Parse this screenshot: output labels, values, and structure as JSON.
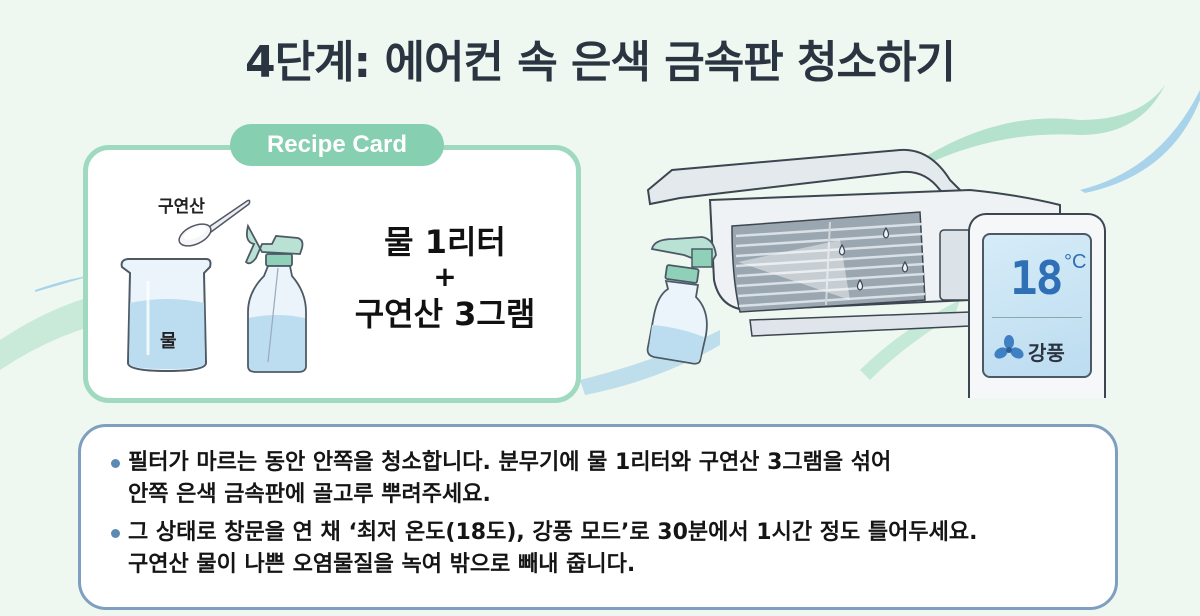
{
  "title": "4단계: 에어컨 속 은색 금속판 청소하기",
  "recipe_card": {
    "tab_label": "Recipe Card",
    "spoon_label": "구연산",
    "beaker_label": "물",
    "formula": {
      "line1": "물 1리터",
      "plus": "+",
      "line2": "구연산 3그램"
    }
  },
  "remote": {
    "temperature": "18",
    "unit": "°C",
    "mode_icon": "fan-icon",
    "mode_label": "강풍"
  },
  "instructions": [
    {
      "line1": "필터가 마르는 동안 안쪽을 청소합니다. 분무기에 물 1리터와 구연산 3그램을 섞어",
      "line2": "안쪽 은색 금속판에 골고루 뿌려주세요."
    },
    {
      "line1": "그 상태로 창문을 연 채 ‘최저 온도(18도), 강풍 모드’로 30분에서 1시간 정도 틀어두세요.",
      "line2": "구연산 물이 나쁜 오염물질을 녹여 밖으로 빼내 줍니다."
    }
  ],
  "colors": {
    "background": "#eef8f1",
    "title": "#2b3542",
    "card_border": "#9fd9c0",
    "tab": "#86cfb0",
    "info_border": "#7e9fbf",
    "bullet": "#5d8ab5",
    "lcd_digits": "#2f6fb5"
  }
}
